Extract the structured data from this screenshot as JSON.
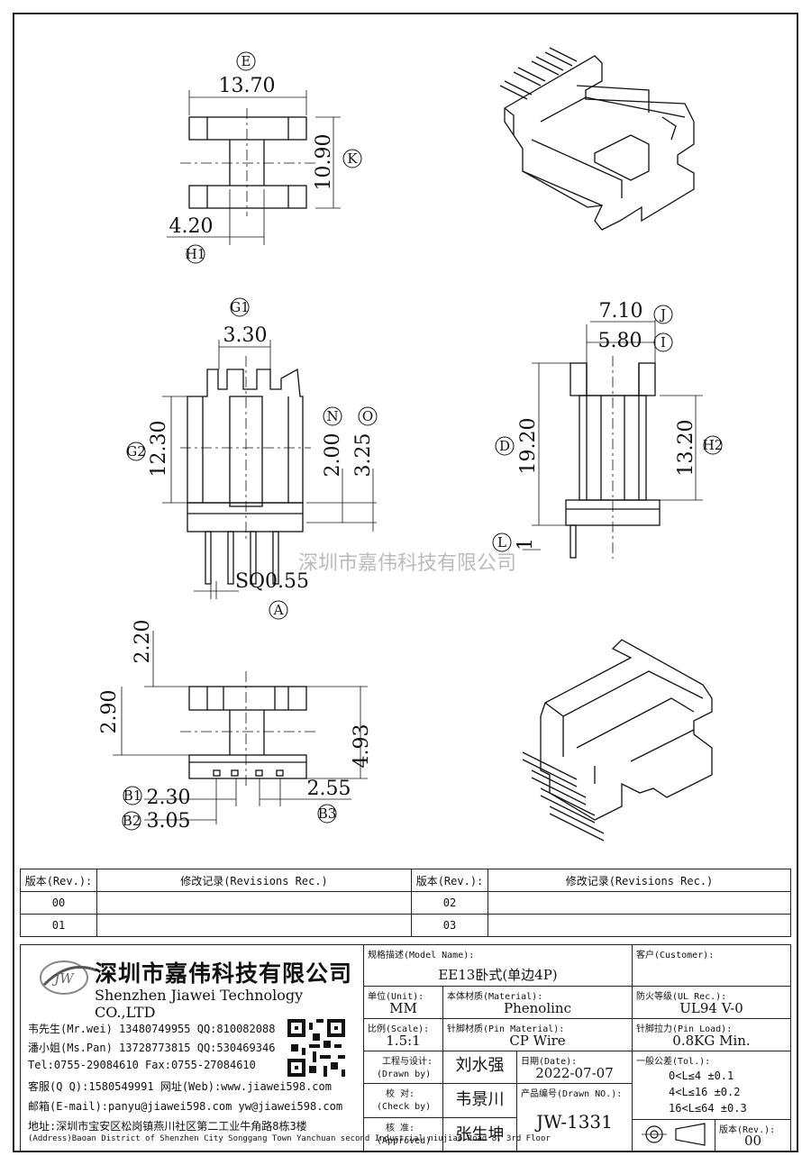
{
  "dimensions": {
    "E": "E",
    "E_val": "13.70",
    "K": "K",
    "K_val": "10.90",
    "H1": "H1",
    "H1_val": "4.20",
    "G1": "G1",
    "G1_val": "3.30",
    "G2": "G2",
    "G2_val": "12.30",
    "N": "N",
    "N_val": "2.00",
    "O": "O",
    "O_val": "3.25",
    "A": "A",
    "A_val": "SQ0.55",
    "J": "J",
    "J_val": "7.10",
    "I": "I",
    "I_val": "5.80",
    "D": "D",
    "D_val": "19.20",
    "H2": "H2",
    "H2_val": "13.20",
    "L": "L",
    "L_val": "1",
    "bottom_top_val": "2.20",
    "bottom_left_val": "2.90",
    "bottom_right_val": "4.93",
    "B1": "B1",
    "B1_val": "2.30",
    "B2": "B2",
    "B2_val": "3.05",
    "B3": "B3",
    "B3_val": "2.55"
  },
  "watermark": "深圳市嘉伟科技有限公司",
  "revisions": {
    "header_rev": "版本(Rev.):",
    "header_rec": "修改记录(Revisions Rec.)",
    "rows": [
      {
        "left_rev": "00",
        "right_rev": "02"
      },
      {
        "left_rev": "01",
        "right_rev": "03"
      }
    ]
  },
  "company": {
    "name_cn": "深圳市嘉伟科技有限公司",
    "name_en": "Shenzhen Jiawei Technology CO.,LTD",
    "logo_text": "JW",
    "contacts": [
      "韦先生(Mr.wei) 13480749955 QQ:810082088",
      "潘小姐(Ms.Pan) 13728773815 QQ:530469346",
      "Tel:0755-29084610      Fax:0755-27084610",
      "客服(Q Q):1580549991   网址(Web):www.jiawei598.com",
      "邮箱(E-mail):panyu@jiawei598.com  yw@jiawei598.com",
      "地址:深圳市宝安区松岗镇燕川社区第二工业牛角路8栋3楼"
    ],
    "address_en": "(Address)Baoan District of Shenzhen City Songgang Town Yanchuan  second Industrial niujiao Road 8, 3rd Floor"
  },
  "title_block": {
    "model_cap": "规格描述(Model Name):",
    "model_val": "EE13卧式(单边4P)",
    "customer_cap": "客户(Customer):",
    "customer_val": "",
    "unit_cap": "单位(Unit):",
    "unit_val": "MM",
    "material_cap": "本体材质(Material):",
    "material_val": "Phenolinc",
    "ul_cap": "防火等级(UL Rec.):",
    "ul_val": "UL94 V-0",
    "scale_cap": "比例(Scale):",
    "scale_val": "1.5:1",
    "pin_cap": "针脚材质(Pin Material):",
    "pin_val": "CP Wire",
    "load_cap": "针脚拉力(Pin Load):",
    "load_val": "0.8KG Min.",
    "drawn_cap": "工程与设计:",
    "drawn_cap2": "(Drawn by)",
    "drawn_val": "刘水强",
    "date_cap": "日期(Date):",
    "date_val": "2022-07-07",
    "tol_cap": "一般公差(Tol.):",
    "tol_rows": [
      "0<L≤4    ±0.1",
      "4<L≤16   ±0.2",
      "16<L≤64  ±0.3"
    ],
    "check_cap": "校  对:",
    "check_cap2": "(Check by)",
    "check_val": "韦景川",
    "drawno_cap": "产品编号(Drawn NO.):",
    "drawno_val": "JW-1331",
    "approve_cap": "核  准:",
    "approve_cap2": "(Approved)",
    "approve_val": "张生坤",
    "rev_cap": "版本(Rev.):",
    "rev_val": "00"
  }
}
